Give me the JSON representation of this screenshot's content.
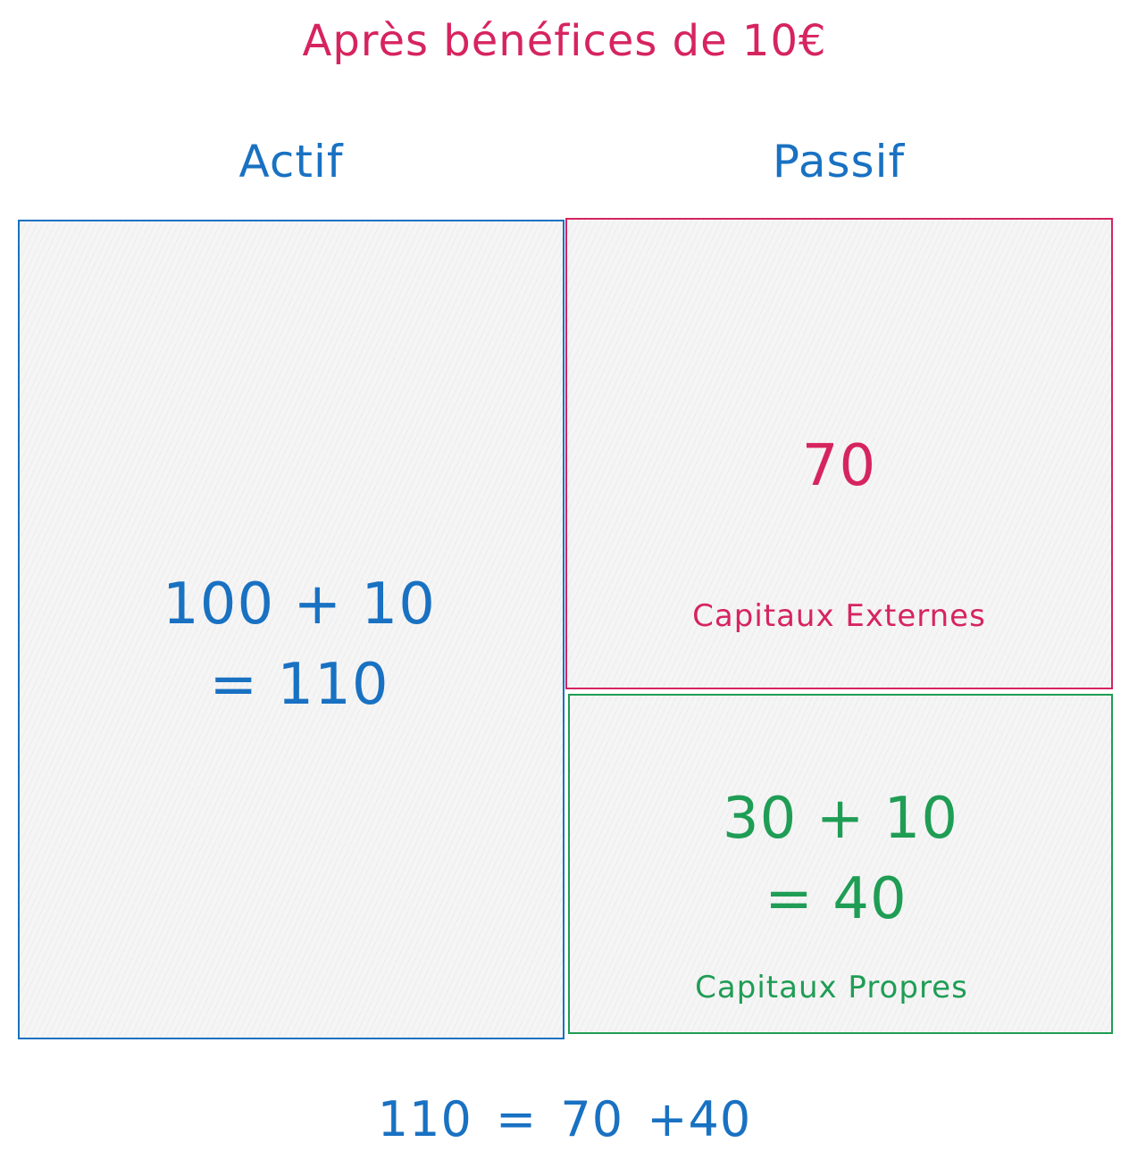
{
  "title": "Après bénéfices de 10€",
  "columns": {
    "actif": "Actif",
    "passif": "Passif"
  },
  "actif_box": {
    "line1": "100 + 10",
    "line2": "= 110"
  },
  "capitaux_externes": {
    "value": "70",
    "label": "Capitaux Externes"
  },
  "capitaux_propres": {
    "line1": "30 + 10",
    "line2": "= 40",
    "label": "Capitaux Propres"
  },
  "equation": "110 = 70 +40",
  "colors": {
    "blue": "#1971c2",
    "red": "#d6245f",
    "green": "#1f9d55",
    "fill": "#f5f5f5"
  }
}
